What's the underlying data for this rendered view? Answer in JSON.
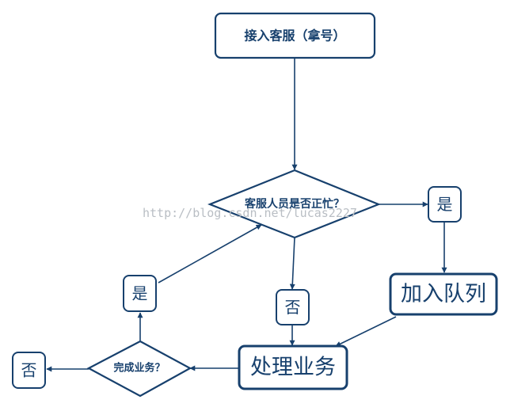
{
  "diagram": {
    "start_node": "接入客服（拿号）",
    "decision_busy": "客服人员是否正忙？",
    "yes_busy": "是",
    "join_queue": "加入队列",
    "no_busy": "否",
    "handle_business": "处理业务",
    "decision_done": "完成业务？",
    "yes_done": "是",
    "no_done": "否"
  },
  "watermark": "http://blog.csdn.net/lucas2227"
}
